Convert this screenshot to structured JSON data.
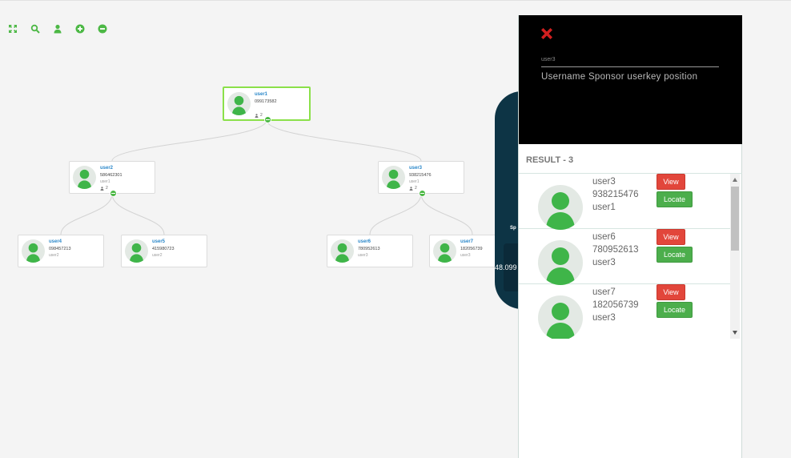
{
  "toolbar": {
    "icons": [
      "fit-screen-icon",
      "search-icon",
      "user-icon",
      "zoom-in-icon",
      "zoom-out-icon"
    ]
  },
  "tree": {
    "nodes": [
      {
        "id": "n1",
        "username": "user1",
        "phone": "099173582",
        "sponsor": "",
        "count": "2"
      },
      {
        "id": "n2",
        "username": "user2",
        "phone": "586462301",
        "sponsor": "user1",
        "count": "2"
      },
      {
        "id": "n3",
        "username": "user3",
        "phone": "938215476",
        "sponsor": "user1",
        "count": "2"
      },
      {
        "id": "n4",
        "username": "user4",
        "phone": "098457213",
        "sponsor": "user2",
        "count": ""
      },
      {
        "id": "n5",
        "username": "user5",
        "phone": "415980723",
        "sponsor": "user2",
        "count": ""
      },
      {
        "id": "n6",
        "username": "user6",
        "phone": "780952613",
        "sponsor": "user3",
        "count": ""
      },
      {
        "id": "n7",
        "username": "user7",
        "phone": "182056739",
        "sponsor": "user3",
        "count": ""
      }
    ]
  },
  "hidden_card": {
    "sponsor_label": "Sp",
    "value": "48.099"
  },
  "search_panel": {
    "input_value": "user3",
    "hint": "Username Sponsor userkey position",
    "result_title": "RESULT - 3",
    "view_label": "View",
    "locate_label": "Locate",
    "results": [
      {
        "username": "user3",
        "phone": "938215476",
        "sponsor": "user1"
      },
      {
        "username": "user6",
        "phone": "780952613",
        "sponsor": "user3"
      },
      {
        "username": "user7",
        "phone": "182056739",
        "sponsor": "user3"
      }
    ]
  },
  "colors": {
    "accent_green": "#4cb845",
    "root_border": "#8be04a",
    "name_blue": "#2a87c9",
    "view_red": "#e2463b",
    "close_red": "#d11f1f"
  }
}
